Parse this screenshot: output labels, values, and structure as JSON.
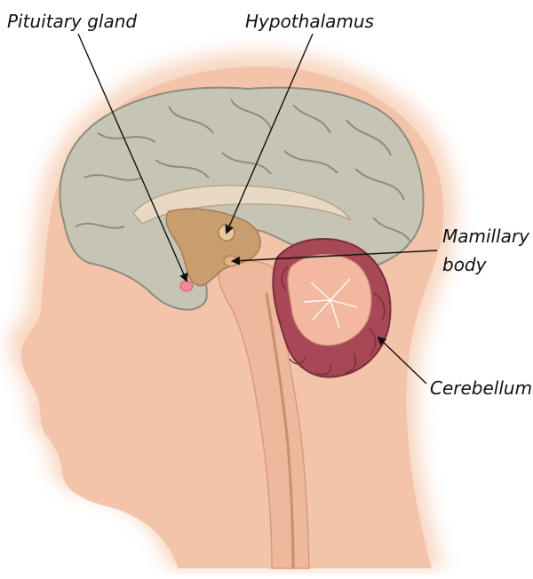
{
  "labels": {
    "pituitary": "Pituitary gland",
    "hypothalamus": "Hypothalamus",
    "mamillary_line1": "Mamillary",
    "mamillary_line2": "body",
    "cerebellum": "Cerebellum"
  },
  "colors": {
    "skin_glow": "#f6cdb3",
    "skin": "#f3c4a9",
    "cerebrum": "#c6c4b4",
    "cerebrum_fold": "#8f8c7c",
    "brainstem": "#eeb89c",
    "hypothalamus_region": "#c99e6e",
    "cerebellum_cortex": "#a84856",
    "cerebellum_white": "#f2b9a0",
    "pituitary": "#f28b96",
    "pointer": "#111111"
  }
}
